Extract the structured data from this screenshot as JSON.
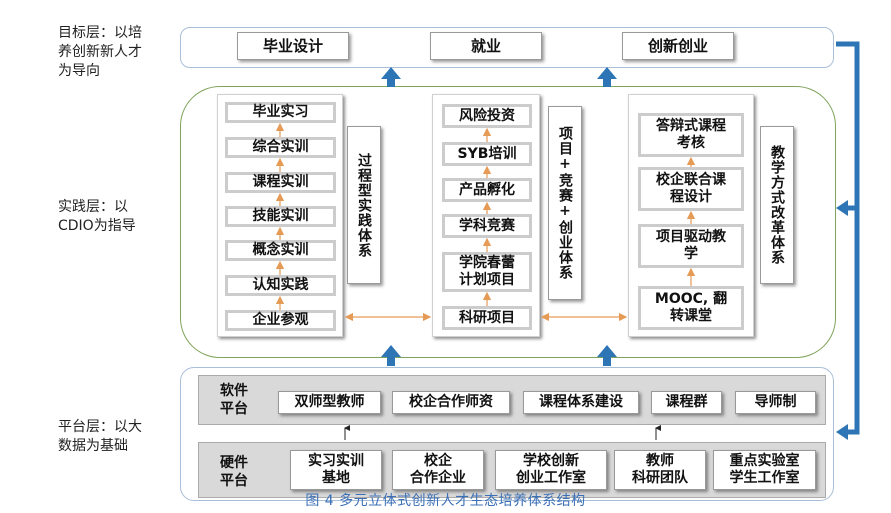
{
  "layers": {
    "goal": "目标层：以培\n养创新新人才\n为导向",
    "practice": "实践层：以\nCDIO为指导",
    "platform": "平台层：以大\n数据为基础"
  },
  "goals": [
    "毕业设计",
    "就业",
    "创新创业"
  ],
  "process_practice": {
    "stages": [
      "毕业实习",
      "综合实训",
      "课程实训",
      "技能实训",
      "概念实训",
      "认知实践",
      "企业参观"
    ],
    "label": "过程型实践体系"
  },
  "project_system": {
    "stages": [
      "风险投资",
      "SYB培训",
      "产品孵化",
      "学科竞赛",
      "学院春蕾\n计划项目",
      "科研项目"
    ],
    "label": "项目+竞赛+创业体系"
  },
  "teaching_reform": {
    "stages": [
      "答辩式课程\n考核",
      "校企联合课\n程设计",
      "项目驱动教\n学",
      "MOOC, 翻\n转课堂"
    ],
    "label": "教学方式改革体系"
  },
  "software_platform": {
    "title": "软件\n平台",
    "items": [
      "双师型教师",
      "校企合作师资",
      "课程体系建设",
      "课程群",
      "导师制"
    ]
  },
  "hardware_platform": {
    "title": "硬件\n平台",
    "items": [
      "实习实训\n基地",
      "校企\n合作企业",
      "学校创新\n创业工作室",
      "教师\n科研团队",
      "重点实验室\n学生工作室"
    ]
  },
  "caption": "图 4 多元立体式创新人才生态培养体系结构",
  "colors": {
    "arrow_blue": "#2e75b6",
    "frame_blue": "#a9bfd8",
    "practice_green": "#7fa35a",
    "link_orange": "#e59a55"
  }
}
